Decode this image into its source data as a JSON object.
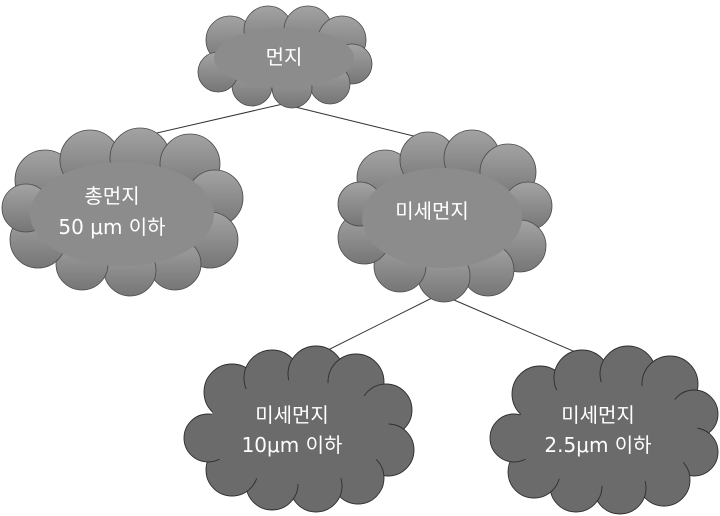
{
  "nodes": {
    "root": {
      "lines": [
        "먼지"
      ]
    },
    "total": {
      "lines": [
        "총먼지",
        "50 μm 이하"
      ]
    },
    "fine": {
      "lines": [
        "미세먼지"
      ]
    },
    "pm10": {
      "lines": [
        "미세먼지",
        "10μm 이하"
      ]
    },
    "pm25": {
      "lines": [
        "미세먼지",
        "2.5μm 이하"
      ]
    }
  },
  "colors": {
    "cloud_light_top": "#9a9a9a",
    "cloud_light_bottom": "#7a7a7a",
    "cloud_dark": "#6b6b6b",
    "cloud_stroke": "#3a3a3a",
    "label": "#ffffff",
    "arrow": "#333333"
  }
}
